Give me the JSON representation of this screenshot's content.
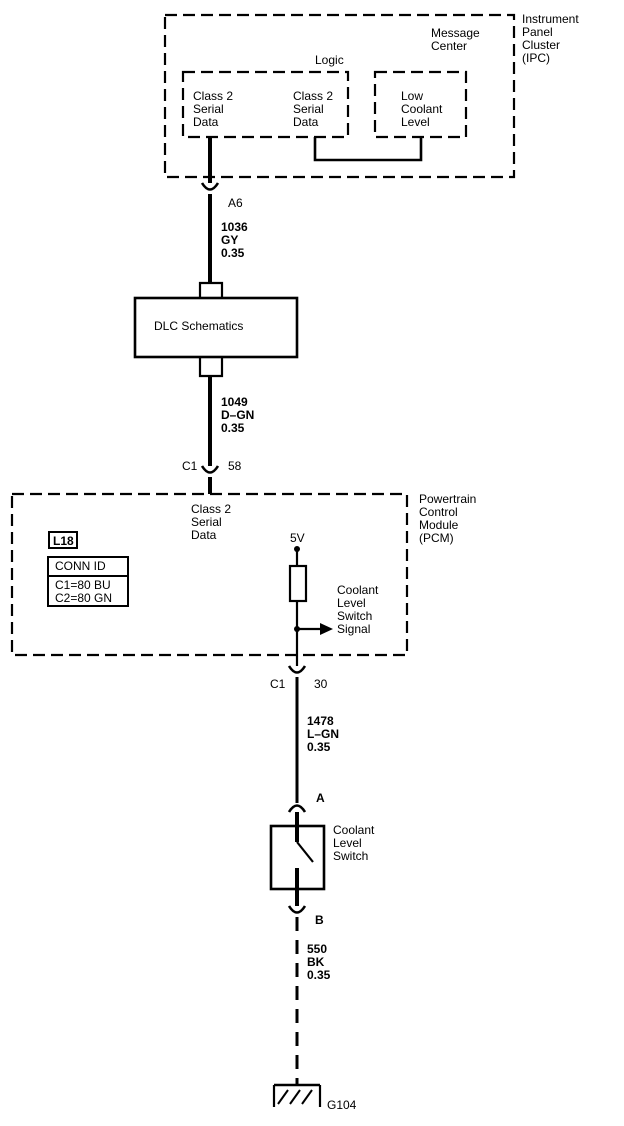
{
  "ipc": {
    "title_lines": [
      "Instrument",
      "Panel",
      "Cluster",
      "(IPC)"
    ],
    "message_center_lines": [
      "Message",
      "Center"
    ],
    "logic_label": "Logic",
    "class2_left_lines": [
      "Class 2",
      "Serial",
      "Data"
    ],
    "class2_right_lines": [
      "Class 2",
      "Serial",
      "Data"
    ],
    "low_coolant_lines": [
      "Low",
      "Coolant",
      "Level"
    ],
    "pin_a6": "A6"
  },
  "wire_1036": {
    "circuit": "1036",
    "color": "GY",
    "size": "0.35"
  },
  "dlc": {
    "label": "DLC Schematics"
  },
  "wire_1049": {
    "circuit": "1049",
    "color": "D–GN",
    "size": "0.35"
  },
  "pcm_connector_top": {
    "conn": "C1",
    "pin": "58"
  },
  "pcm": {
    "title_lines": [
      "Powertrain",
      "Control",
      "Module",
      "(PCM)"
    ],
    "class2_lines": [
      "Class 2",
      "Serial",
      "Data"
    ],
    "option_code": "L18",
    "conn_id_header": "CONN ID",
    "conn_id_rows": [
      "C1=80 BU",
      "C2=80 GN"
    ],
    "supply": "5V",
    "signal_lines": [
      "Coolant",
      "Level",
      "Switch",
      "Signal"
    ]
  },
  "pcm_connector_bottom": {
    "conn": "C1",
    "pin": "30"
  },
  "wire_1478": {
    "circuit": "1478",
    "color": "L–GN",
    "size": "0.35"
  },
  "switch": {
    "pin_a": "A",
    "pin_b": "B",
    "label_lines": [
      "Coolant",
      "Level",
      "Switch"
    ]
  },
  "wire_550": {
    "circuit": "550",
    "color": "BK",
    "size": "0.35"
  },
  "ground": {
    "label": "G104"
  }
}
